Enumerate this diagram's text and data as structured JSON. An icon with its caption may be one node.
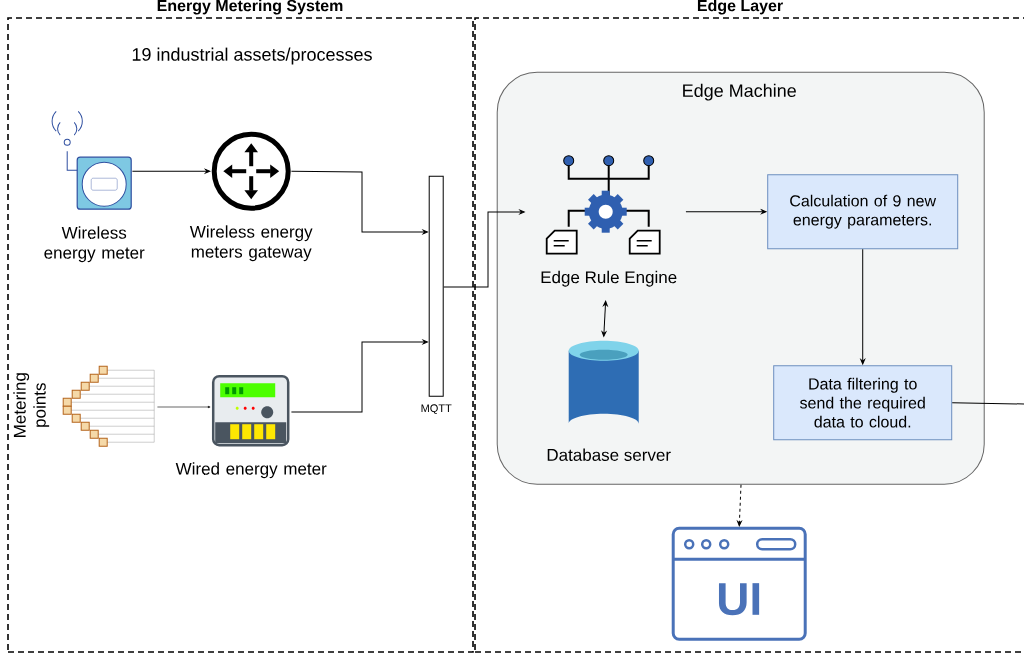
{
  "diagram": {
    "nodes": [
      {
        "text": [
          "Energy Metering System",
          "19 industrial assets/processes"
        ]
      },
      {
        "text": [
          "Edge Layer"
        ]
      },
      {
        "text": [
          "Wireless energy meter"
        ],
        "in": 0
      },
      {
        "text": [
          "Wireless energy meters gateway"
        ],
        "in": 0
      },
      {
        "text": [
          "Metering points"
        ],
        "in": 0
      },
      {
        "text": [
          "Wired energy meter"
        ],
        "in": 0
      },
      {
        "text": [
          "MQTT"
        ],
        "in": 0
      },
      {
        "text": [
          "Edge Machine"
        ],
        "in": 1
      },
      {
        "text": [
          "Edge Rule Engine"
        ],
        "in": 7
      },
      {
        "text": [
          "Database server"
        ],
        "in": 7
      },
      {
        "text": [
          "Calculation of 9 new energy parameters."
        ],
        "in": 7
      },
      {
        "text": [
          "Data filtering to send the required data to cloud."
        ],
        "in": 7
      },
      {
        "text": [
          "UI"
        ],
        "in": 1
      }
    ],
    "edges": [
      {
        "from": 2,
        "to": 3,
        "arrow": "to"
      },
      {
        "from": 3,
        "to": 6,
        "arrow": "to"
      },
      {
        "from": 4,
        "to": 5,
        "arrow": "to"
      },
      {
        "from": 5,
        "to": 6,
        "arrow": "to"
      },
      {
        "from": 6,
        "to": 8,
        "arrow": "to"
      },
      {
        "from": 8,
        "to": 9,
        "arrow": "both"
      },
      {
        "from": 8,
        "to": 10,
        "arrow": "to"
      },
      {
        "from": 10,
        "to": 11,
        "arrow": "to"
      },
      {
        "from": 11,
        "to": null,
        "arrow": "none"
      },
      {
        "from": 7,
        "to": 12,
        "arrow": "to",
        "style": "dashed"
      }
    ]
  }
}
